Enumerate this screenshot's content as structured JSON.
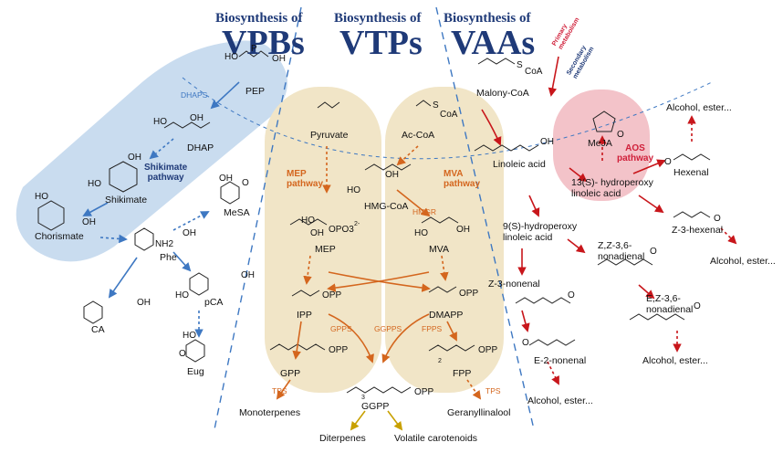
{
  "headers": {
    "vpb_top": "Biosynthesis of",
    "vpb_big": "VPBs",
    "vtp_top": "Biosynthesis of",
    "vtp_big": "VTPs",
    "vaa_top": "Biosynthesis of",
    "vaa_big": "VAAs"
  },
  "pathways": {
    "shikimate": "Shikimate\npathway",
    "mep": "MEP\npathway",
    "mva": "MVA\npathway",
    "aos": "AOS\npathway",
    "primary": "Primary\nmetabolism",
    "secondary": "Secondary\nmetabolism"
  },
  "compounds": {
    "pep": "PEP",
    "dhap": "DHAP",
    "shikimate": "Shikimate",
    "chorismate": "Chorismate",
    "phe": "Phe",
    "mesa": "MeSA",
    "pca": "pCA",
    "ca": "CA",
    "eug": "Eug",
    "pyruvate": "Pyruvate",
    "accoa": "Ac-CoA",
    "hmgcoa": "HMG-CoA",
    "mep": "MEP",
    "mva": "MVA",
    "ipp": "IPP",
    "dmapp": "DMAPP",
    "gpp": "GPP",
    "fpp": "FPP",
    "ggpp": "GGPP",
    "monoterpenes": "Monoterpenes",
    "diterpenes": "Diterpenes",
    "volatile_carotenoids": "Volatile carotenoids",
    "geranyllinalool": "Geranyllinalool",
    "malonyl": "Malony-CoA",
    "linoleic": "Linoleic acid",
    "meja": "MeJA",
    "hydroperoxy13": "13(S)- hydroperoxy\nlinoleic acid",
    "hydroperoxy9": "9(S)-hydroperoxy\nlinoleic acid",
    "hexenal": "Hexenal",
    "z3hexenal": "Z-3-hexenal",
    "alcohol_aos": "Alcohol, ester...",
    "alcohol_hex": "Alcohol, ester...",
    "alcohol_nonadienal": "Alcohol, ester...",
    "alcohol_nonenal": "Alcohol, ester...",
    "zz36": "Z,Z-3,6-\nnonadienal",
    "ez36": "E,Z-3,6-\nnonadienal",
    "z3nonenal": "Z-3-nonenal",
    "e2nonenal": "E-2-nonenal"
  },
  "enzymes": {
    "dhaps": "DHAPS",
    "hmgr": "HMGR",
    "gpps": "GPPS",
    "ggpps": "GGPPS",
    "fpps": "FPPS",
    "tps_left": "TPS",
    "tps_right": "TPS"
  },
  "atoms": {
    "ho": "HO",
    "oh": "OH",
    "o": "O",
    "p": "P",
    "s_coa": "S",
    "coa": "CoA",
    "nh2": "NH2",
    "opp": "OPP",
    "opo3": "OPO3",
    "charge": "2-",
    "n3": "3",
    "n2": "2"
  },
  "colors": {
    "header": "#1f3a78",
    "blue_region": "#c9dcef",
    "tan_region": "#f1e5c7",
    "pink_region": "#f3c3c9",
    "blue_arrow": "#3e78c2",
    "orange_arrow": "#d4661e",
    "red_arrow": "#c8161b",
    "gold_arrow": "#c8a000"
  }
}
